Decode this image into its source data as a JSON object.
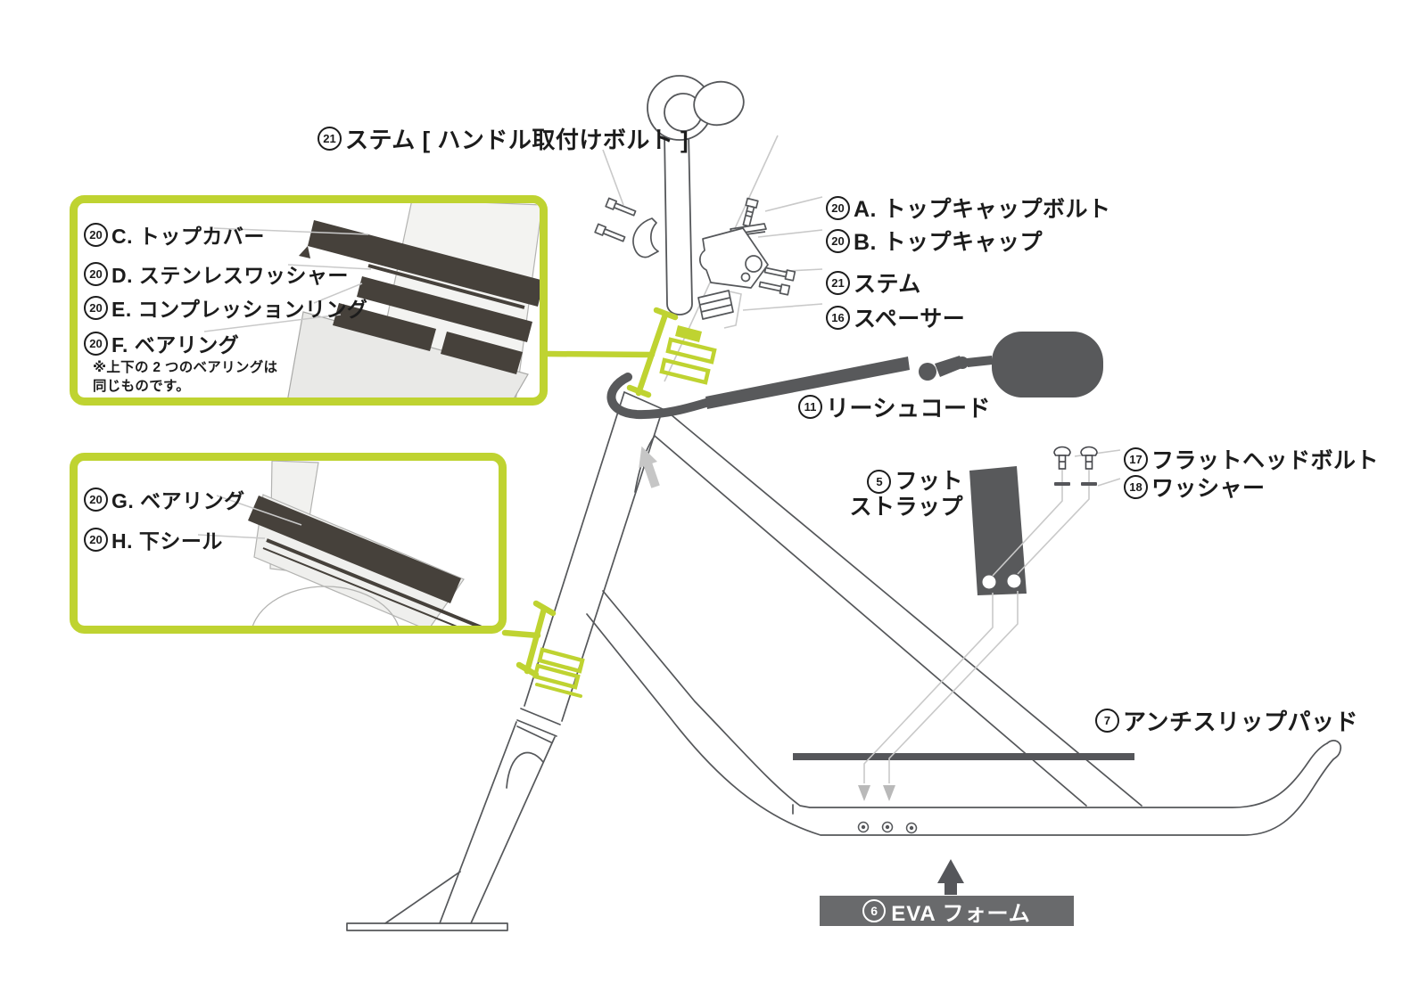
{
  "colors": {
    "accent_green": "#bfd331",
    "part_dark": "#46413b",
    "silhouette_gray": "#58595b",
    "eva_box_bg": "#696a6c",
    "callout_line": "#c9c9c9",
    "text": "#1c1c1c"
  },
  "icons": {
    "frame_direction_arrow": "up-arrow",
    "eva_direction_arrow": "up-arrow"
  },
  "labels": {
    "stem_handle_bolt": {
      "num": "21",
      "text": "ステム [ ハンドル取付けボルト ]"
    },
    "top_cap_bolt": {
      "num": "20",
      "text": "A. トップキャップボルト"
    },
    "top_cap": {
      "num": "20",
      "text": "B. トップキャップ"
    },
    "stem": {
      "num": "21",
      "text": "ステム"
    },
    "spacer": {
      "num": "16",
      "text": "スペーサー"
    },
    "leash_cord": {
      "num": "11",
      "text": "リーシュコード"
    },
    "foot_strap": {
      "num": "5",
      "line1": "フット",
      "line2": "ストラップ"
    },
    "flat_head_bolt": {
      "num": "17",
      "text": "フラットヘッドボルト"
    },
    "washer": {
      "num": "18",
      "text": "ワッシャー"
    },
    "anti_slip_pad": {
      "num": "7",
      "text": "アンチスリップパッド"
    },
    "eva_foam": {
      "num": "6",
      "text": "EVA フォーム"
    }
  },
  "inset_top": {
    "items": [
      {
        "num": "20",
        "text": "C. トップカバー"
      },
      {
        "num": "20",
        "text": "D. ステンレスワッシャー"
      },
      {
        "num": "20",
        "text": "E. コンプレッションリング"
      },
      {
        "num": "20",
        "text": "F. ベアリング"
      }
    ],
    "note_line1": "※上下の 2 つのベアリングは",
    "note_line2": "同じものです。"
  },
  "inset_bottom": {
    "items": [
      {
        "num": "20",
        "text": "G. ベアリング"
      },
      {
        "num": "20",
        "text": "H. 下シール"
      }
    ]
  }
}
